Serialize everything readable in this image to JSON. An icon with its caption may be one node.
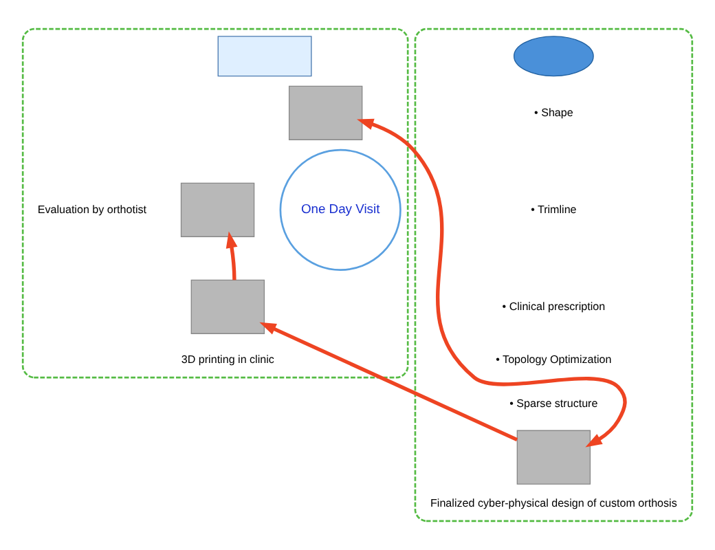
{
  "diagram": {
    "nodes": [
      {
        "text": [],
        "shape": "box"
      },
      {
        "text": [],
        "shape": "box",
        "in": 0
      },
      {
        "text": [],
        "shape": "box",
        "in": 0,
        "beside": [
          "Evaluation by orthotist"
        ]
      },
      {
        "text": [],
        "shape": "box",
        "in": 0
      },
      {
        "text": [
          "One Day Visit"
        ],
        "in": 0
      },
      {
        "text": [],
        "shape": "box",
        "in": 0,
        "beside": [
          "3D printing in clinic"
        ]
      },
      {
        "text": [],
        "shape": "box"
      },
      {
        "text": [],
        "shape": "cloud",
        "in": 6
      },
      {
        "text": [],
        "shape": "box",
        "in": 6,
        "beside": [
          "Finalized cyber-physical design of custom orthosis"
        ]
      }
    ],
    "edges": [
      {
        "from": 3,
        "to": 8,
        "arrow": "both",
        "color": "#ee4422"
      },
      {
        "from": 8,
        "to": 5,
        "arrow": "to",
        "color": "#ee4422"
      },
      {
        "from": 5,
        "to": 2,
        "arrow": "to",
        "color": "#ee4422"
      }
    ],
    "labels": [
      "• Shape",
      "• Trimline",
      "• Clinical prescription",
      "• Topology Optimization",
      "• Sparse structure"
    ]
  }
}
